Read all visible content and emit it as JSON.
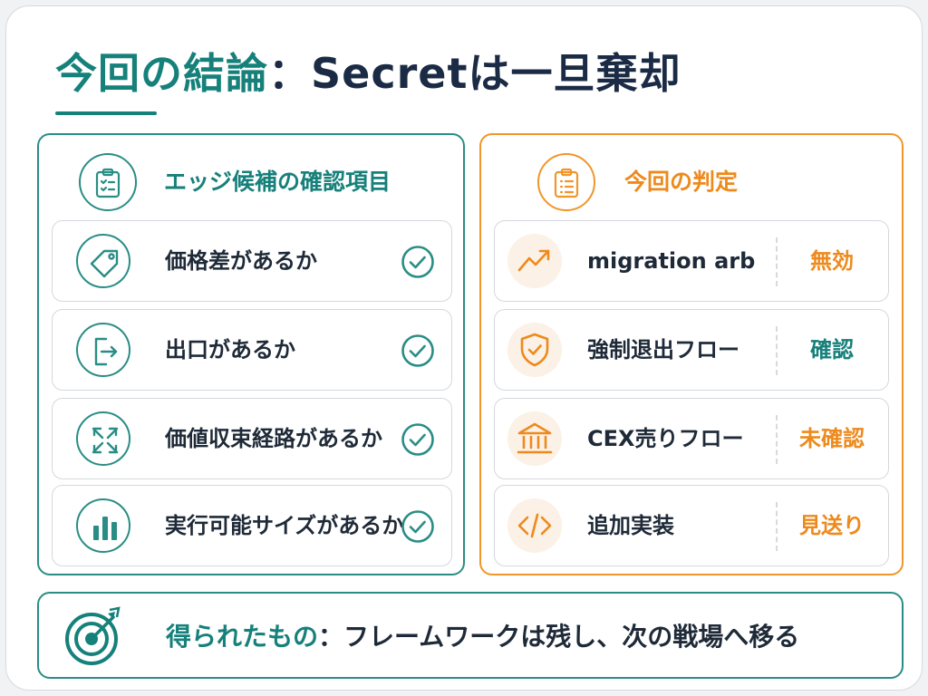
{
  "title": {
    "highlight": "今回の結論",
    "separator": "：",
    "rest": "Secretは一旦棄却"
  },
  "left_panel": {
    "heading": "エッジ候補の確認項目",
    "heading_icon": "clipboard-checklist-icon",
    "items": [
      {
        "label": "価格差があるか",
        "icon": "price-tag-icon",
        "status_icon": "check-circle-icon"
      },
      {
        "label": "出口があるか",
        "icon": "exit-door-icon",
        "status_icon": "check-circle-icon"
      },
      {
        "label": "価値収束経路があるか",
        "icon": "converge-arrows-icon",
        "status_icon": "check-circle-icon"
      },
      {
        "label": "実行可能サイズがあるか",
        "icon": "bar-chart-icon",
        "status_icon": "check-circle-icon"
      }
    ]
  },
  "right_panel": {
    "heading": "今回の判定",
    "heading_icon": "clipboard-list-icon",
    "items": [
      {
        "label": "migration arb",
        "verdict": "無効",
        "icon": "trend-up-icon",
        "verdict_color": "#ee8a1c"
      },
      {
        "label": "強制退出フロー",
        "verdict": "確認",
        "icon": "shield-check-icon",
        "verdict_color": "#16807a"
      },
      {
        "label": "CEX売りフロー",
        "verdict": "未確認",
        "icon": "bank-icon",
        "verdict_color": "#ee8a1c"
      },
      {
        "label": "追加実装",
        "verdict": "見送り",
        "icon": "code-icon",
        "verdict_color": "#ee8a1c"
      }
    ]
  },
  "footer": {
    "prefix": "得られたもの",
    "separator": "：",
    "text": "フレームワークは残し、次の戦場へ移る",
    "icon": "target-arrow-icon"
  },
  "colors": {
    "teal": "#16807a",
    "orange": "#ee8a1c",
    "navy": "#1b2b45"
  }
}
